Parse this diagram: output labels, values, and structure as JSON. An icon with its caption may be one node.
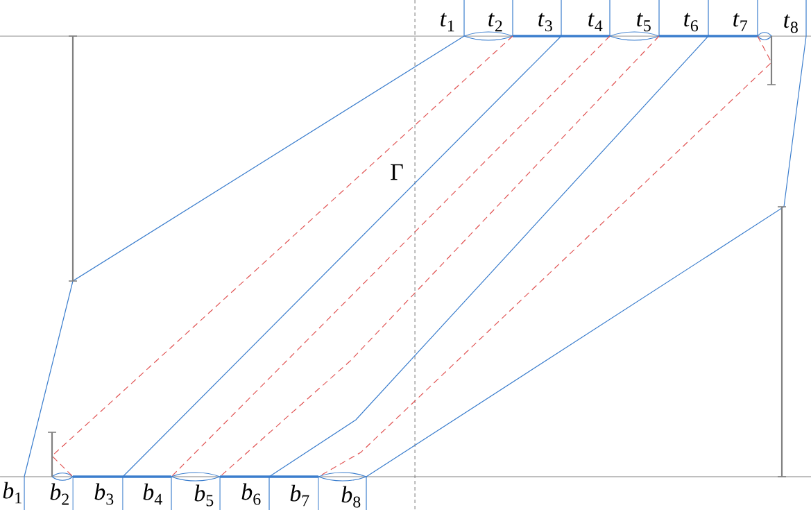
{
  "diagram": {
    "labels": [
      "*t*$_{1}$",
      "*t*$_{2}$",
      "*t*$_{3}$",
      "*t*$_{4}$",
      "*t*$_{5}$",
      "*t*$_{6}$",
      "*t*$_{7}$",
      "*t*$_{8}$",
      "Γ",
      "*b*$_{1}$",
      "*b*$_{2}$",
      "*b*$_{3}$",
      "*b*$_{4}$",
      "*b*$_{5}$",
      "*b*$_{6}$",
      "*b*$_{7}$",
      "*b*$_{8}$"
    ]
  }
}
